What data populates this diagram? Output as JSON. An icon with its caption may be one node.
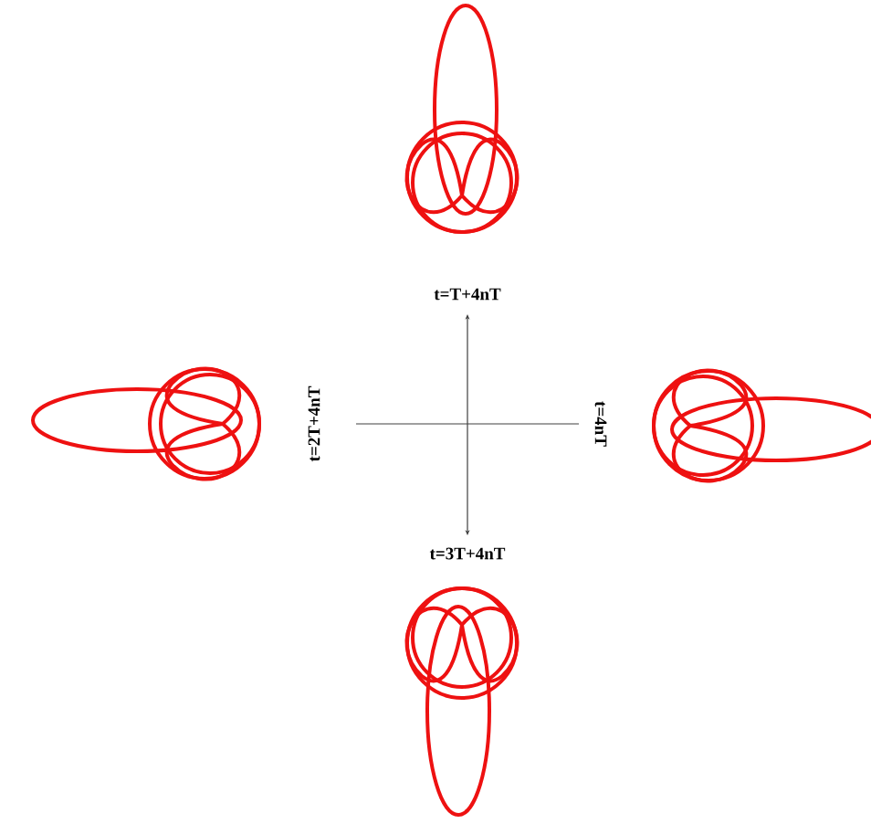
{
  "diagram": {
    "labels": [
      "t=T+4nT",
      "t=4nT",
      "t=3T+4nT",
      "t=2T+4nT"
    ]
  }
}
